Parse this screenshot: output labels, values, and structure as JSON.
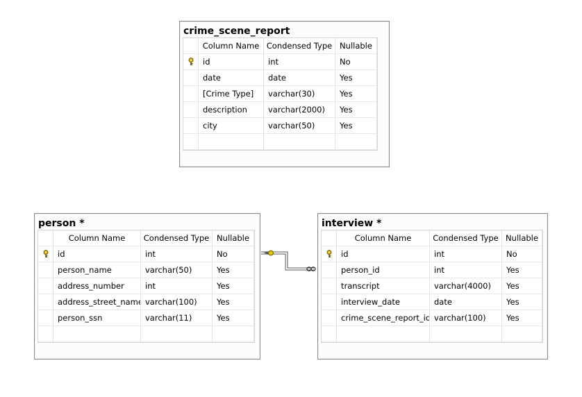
{
  "tables": [
    {
      "id": "crime_scene_report",
      "title": "crime_scene_report",
      "headers": [
        "Column Name",
        "Condensed Type",
        "Nullable"
      ],
      "rows": [
        {
          "name": "id",
          "type": "int",
          "nullable": "No",
          "primary_key": true
        },
        {
          "name": "date",
          "type": "date",
          "nullable": "Yes",
          "primary_key": false
        },
        {
          "name": "[Crime Type]",
          "type": "varchar(30)",
          "nullable": "Yes",
          "primary_key": false
        },
        {
          "name": "description",
          "type": "varchar(2000)",
          "nullable": "Yes",
          "primary_key": false
        },
        {
          "name": "city",
          "type": "varchar(50)",
          "nullable": "Yes",
          "primary_key": false
        }
      ]
    },
    {
      "id": "person",
      "title": "person *",
      "headers": [
        "Column Name",
        "Condensed Type",
        "Nullable"
      ],
      "rows": [
        {
          "name": "id",
          "type": "int",
          "nullable": "No",
          "primary_key": true
        },
        {
          "name": "person_name",
          "type": "varchar(50)",
          "nullable": "Yes",
          "primary_key": false
        },
        {
          "name": "address_number",
          "type": "int",
          "nullable": "Yes",
          "primary_key": false
        },
        {
          "name": "address_street_name",
          "type": "varchar(100)",
          "nullable": "Yes",
          "primary_key": false
        },
        {
          "name": "person_ssn",
          "type": "varchar(11)",
          "nullable": "Yes",
          "primary_key": false
        }
      ]
    },
    {
      "id": "interview",
      "title": "interview *",
      "headers": [
        "Column Name",
        "Condensed Type",
        "Nullable"
      ],
      "rows": [
        {
          "name": "id",
          "type": "int",
          "nullable": "No",
          "primary_key": true
        },
        {
          "name": "person_id",
          "type": "int",
          "nullable": "Yes",
          "primary_key": false
        },
        {
          "name": "transcript",
          "type": "varchar(4000)",
          "nullable": "Yes",
          "primary_key": false
        },
        {
          "name": "interview_date",
          "type": "date",
          "nullable": "Yes",
          "primary_key": false
        },
        {
          "name": "crime_scene_report_id",
          "type": "varchar(100)",
          "nullable": "Yes",
          "primary_key": false
        }
      ]
    }
  ],
  "relationships": [
    {
      "from_table": "person",
      "to_table": "interview",
      "from_end": "key",
      "to_end": "infinity"
    }
  ],
  "colors": {
    "key_icon": "#d8b400",
    "border": "#8a8a8a",
    "relation_line": "#555555"
  }
}
